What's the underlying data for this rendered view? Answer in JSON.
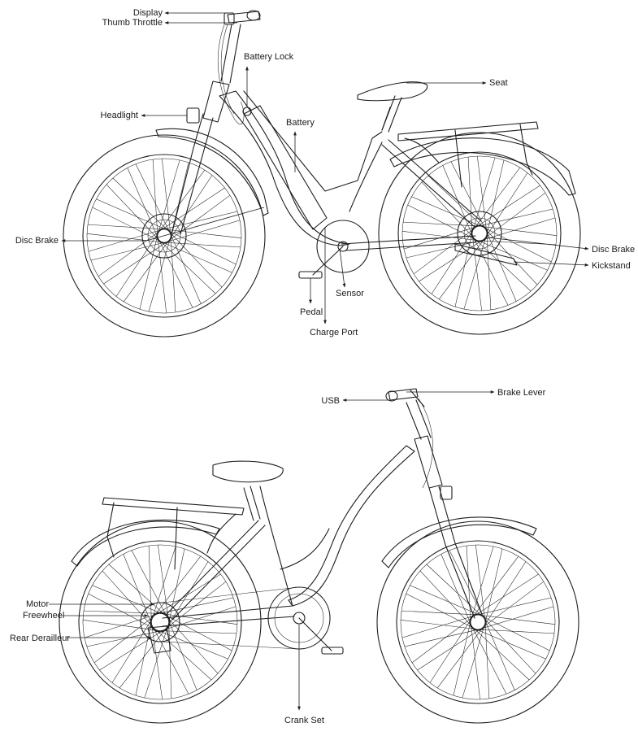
{
  "top_bike": {
    "labels": {
      "display": "Display",
      "thumb_throttle": "Thumb Throttle",
      "battery_lock": "Battery Lock",
      "seat": "Seat",
      "headlight": "Headlight",
      "battery": "Battery",
      "disc_brake_front": "Disc Brake",
      "disc_brake_rear": "Disc Brake",
      "kickstand": "Kickstand",
      "sensor": "Sensor",
      "pedal": "Pedal",
      "charge_port": "Charge Port"
    }
  },
  "bottom_bike": {
    "labels": {
      "usb": "USB",
      "brake_lever": "Brake Lever",
      "motor": "Motor",
      "freewheel": "Freewheel",
      "rear_derailleur": "Rear Derailleur",
      "crank_set": "Crank Set"
    }
  }
}
